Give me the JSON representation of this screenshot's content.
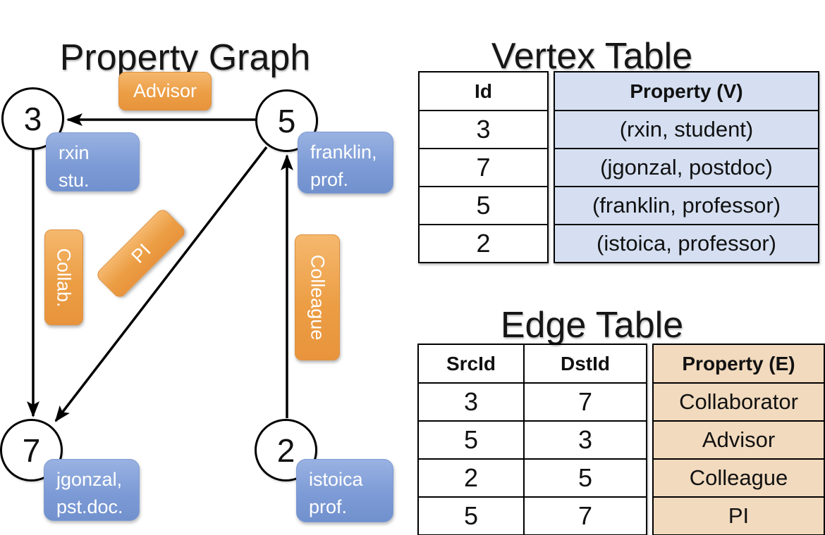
{
  "graph": {
    "title": "Property Graph",
    "nodes": [
      {
        "id": "3",
        "line1": "rxin",
        "line2": "stu."
      },
      {
        "id": "5",
        "line1": "franklin,",
        "line2": "prof."
      },
      {
        "id": "7",
        "line1": "jgonzal,",
        "line2": "pst.doc."
      },
      {
        "id": "2",
        "line1": "istoica",
        "line2": "prof."
      }
    ],
    "edge_labels": {
      "advisor": "Advisor",
      "collab": "Collab.",
      "pi": "PI",
      "colleague": "Colleague"
    }
  },
  "vertex_table": {
    "title": "Vertex Table",
    "columns": {
      "id": "Id",
      "property": "Property (V)"
    },
    "rows": [
      {
        "id": "3",
        "property": "(rxin, student)"
      },
      {
        "id": "7",
        "property": "(jgonzal, postdoc)"
      },
      {
        "id": "5",
        "property": "(franklin, professor)"
      },
      {
        "id": "2",
        "property": "(istoica, professor)"
      }
    ]
  },
  "edge_table": {
    "title": "Edge Table",
    "columns": {
      "src": "SrcId",
      "dst": "DstId",
      "property": "Property (E)"
    },
    "rows": [
      {
        "src": "3",
        "dst": "7",
        "property": "Collaborator"
      },
      {
        "src": "5",
        "dst": "3",
        "property": "Advisor"
      },
      {
        "src": "2",
        "dst": "5",
        "property": "Colleague"
      },
      {
        "src": "5",
        "dst": "7",
        "property": "PI"
      }
    ]
  },
  "colors": {
    "edge_label_orange": "#EC9E45",
    "vertex_property_blue": "#7D9BD6",
    "vertex_table_fill": "#D5DFF1",
    "edge_table_fill": "#F2DABE",
    "line_black": "#000000"
  }
}
